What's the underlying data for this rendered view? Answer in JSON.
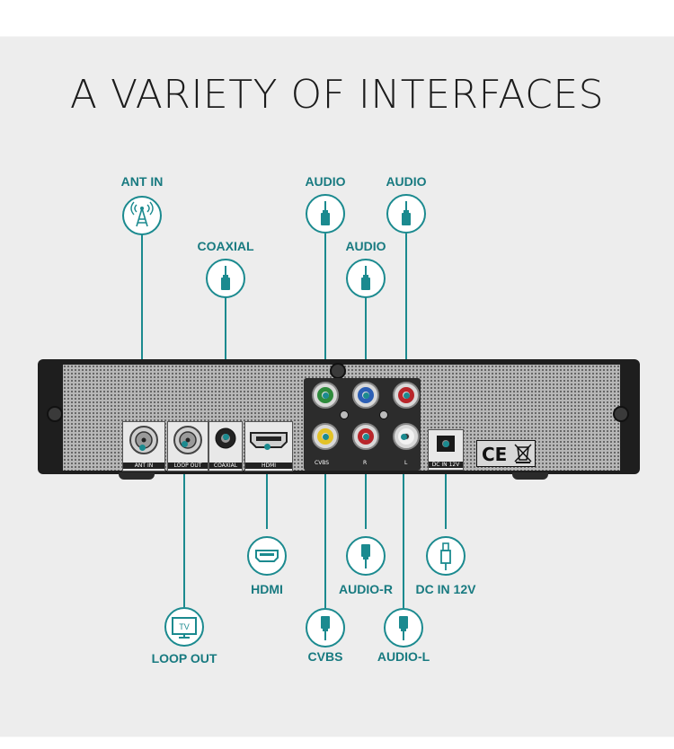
{
  "title": "A VARIETY OF INTERFACES",
  "labels": {
    "ant_in": "ANT IN",
    "coaxial": "COAXIAL",
    "audio_green": "AUDIO",
    "audio_blue": "AUDIO",
    "audio_red": "AUDIO",
    "hdmi": "HDMI",
    "audio_r": "AUDIO-R",
    "dc_in": "DC IN 12V",
    "loop_out": "LOOP OUT",
    "cvbs": "CVBS",
    "audio_l": "AUDIO-L"
  },
  "device": {
    "port_ant_in": "ANT IN",
    "port_loop_out": "LOOP OUT",
    "port_coaxial": "COAXIAL",
    "port_hdmi": "HDMI",
    "port_cvbs": "CVBS",
    "port_r": "R",
    "port_l": "L",
    "port_dc": "DC IN 12V",
    "ce_mark": "CE"
  },
  "icon_tv_text": "TV",
  "colors": {
    "accent": "#1b8a8f",
    "label": "#187a80",
    "rca_green": "#2e8b3c",
    "rca_blue": "#2c5fb5",
    "rca_red": "#b8262b",
    "rca_yellow": "#e3c227",
    "rca_white": "#f2f2f2"
  }
}
